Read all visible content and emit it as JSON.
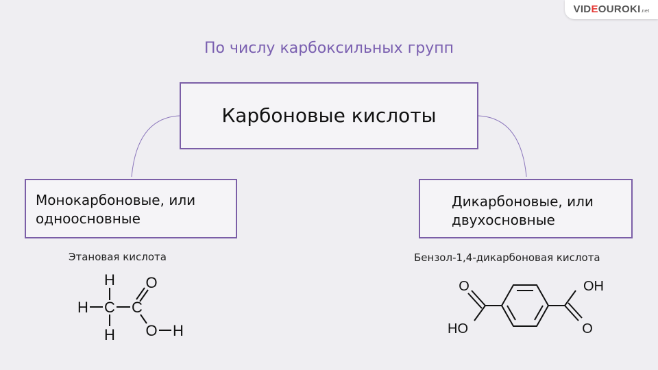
{
  "logo": {
    "prefix": "VID",
    "accent": "E",
    "suffix": "OUROKI",
    "small": ".net"
  },
  "subtitle": "По числу карбоксильных групп",
  "main_box": "Карбоновые кислоты",
  "left_box": "Монокарбоновые, или одноосновные",
  "right_box": "Дикарбоновые, или двухосновные",
  "left_caption": "Этановая кислота",
  "right_caption": "Бензол-1,4-дикарбоновая кислота",
  "ethanoic": {
    "h_top": "H",
    "h_left": "H",
    "c1": "C",
    "c2": "C",
    "h_bottom": "H",
    "o_top": "O",
    "o_right": "O",
    "h_right": "H"
  },
  "terephthalic": {
    "o_top_left": "O",
    "ho_bottom_left": "HO",
    "oh_top_right": "OH",
    "o_bottom_right": "O"
  },
  "colors": {
    "accent": "#7b5ea7",
    "subtitle": "#7a5fb0",
    "background": "#efeef2"
  }
}
